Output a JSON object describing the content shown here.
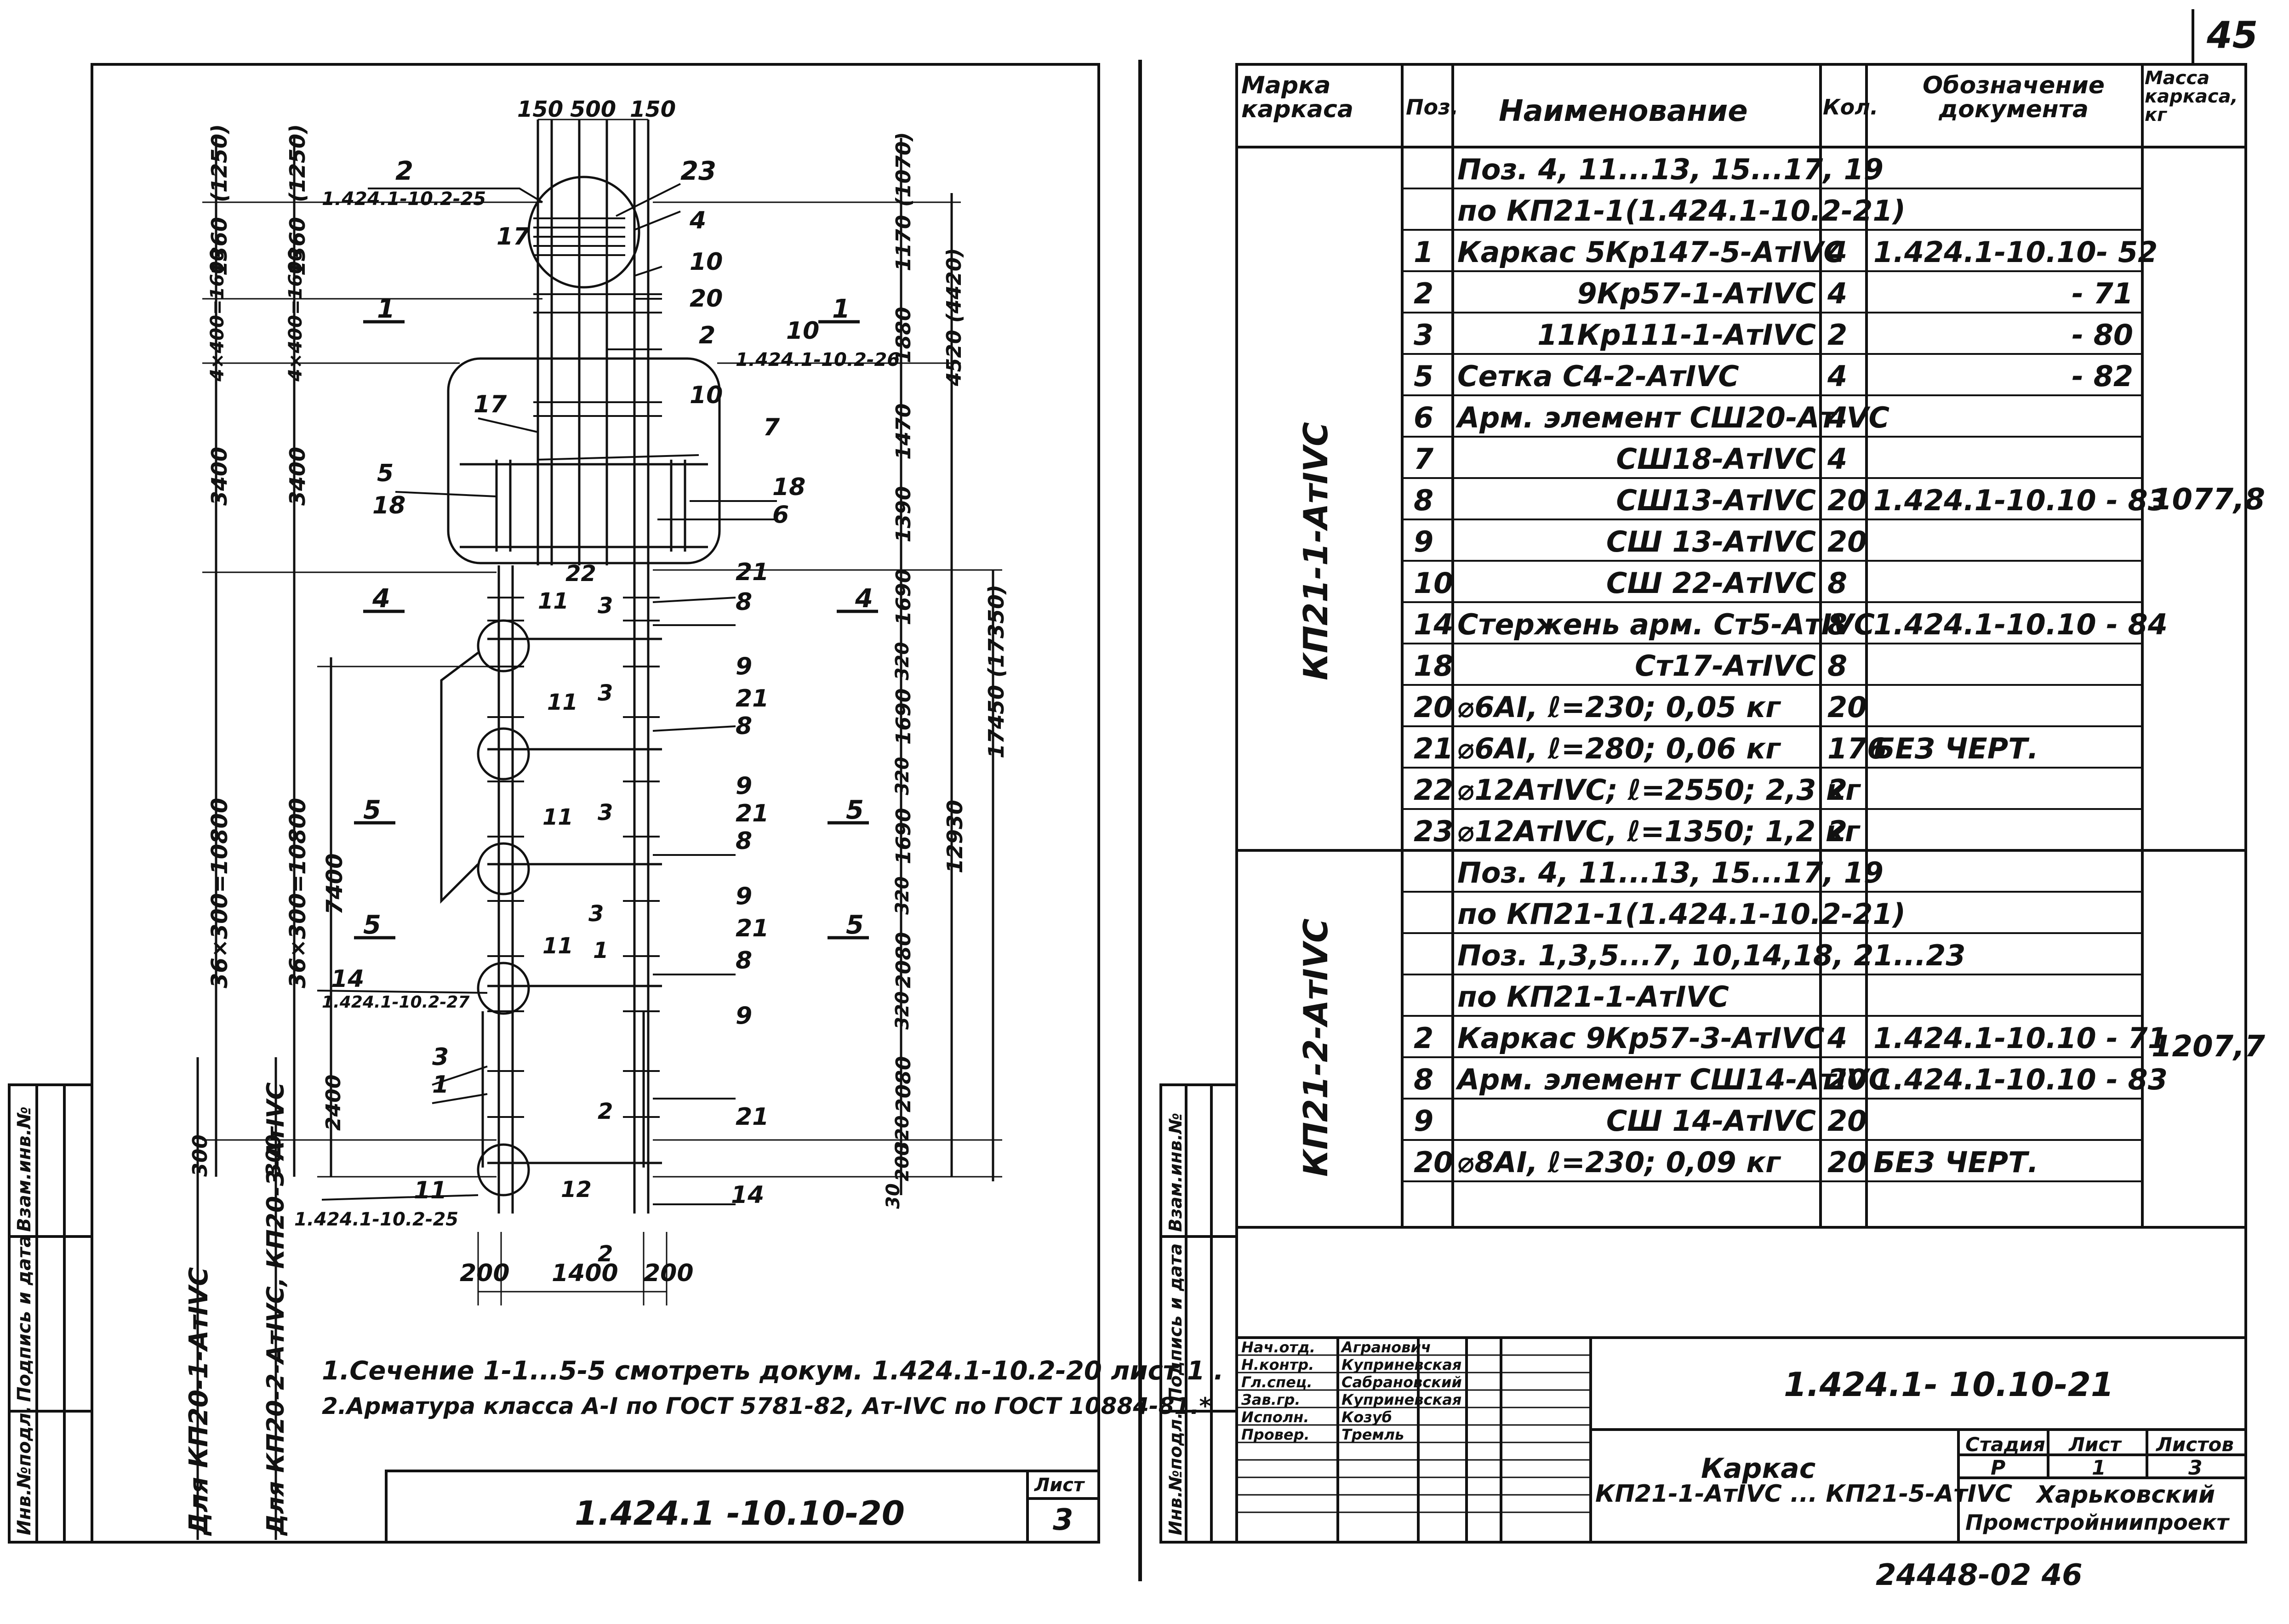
{
  "page_number": "45",
  "footer_code": "24448-02  46",
  "left_sheet": {
    "doc_code": "1.424.1 -10.10-20",
    "sheet_label": "Лист",
    "sheet_no": "3",
    "notes": [
      "1.Сечение 1-1...5-5 смотреть докум. 1.424.1-10.2-20 лист 1 .",
      "2.Арматура класса А-I по ГОСТ 5781-82, Ат-IVС по ГОСТ 10884-81.*"
    ],
    "side_labels": [
      "Для КП20-1-АтIVС",
      "Для КП20-2-АтIVС, КП20-3-АтIVС"
    ],
    "margin_stamp": [
      "Инв.№подл.",
      "Подпись и дата",
      "Взам.инв.№"
    ],
    "dims_top": [
      "150",
      "500",
      "150"
    ],
    "dims_bottom": [
      "200",
      "1400",
      "200"
    ],
    "dims_left_outer": [
      "(1250)",
      "1360",
      "4×400=1600",
      "3400",
      "36×300=10800",
      "300"
    ],
    "dims_left_inner": [
      "(1250)",
      "1360",
      "4×400=1600",
      "3400",
      "36×300=10800",
      "7400",
      "2400",
      "300"
    ],
    "dims_right": [
      "(1070)",
      "1170",
      "1880",
      "4520 (4420)",
      "1470",
      "1390",
      "1690",
      "320",
      "1690",
      "320",
      "1690",
      "320",
      "2080",
      "320",
      "2080",
      "320",
      "200",
      "30",
      "17450 (17350)",
      "12930"
    ],
    "callouts": [
      "2",
      "1.424.1-10.2-25",
      "23",
      "4",
      "17",
      "10",
      "20",
      "10",
      "1.424.1-10.2-26",
      "2",
      "17",
      "10",
      "7",
      "5",
      "18",
      "18",
      "6",
      "22",
      "21",
      "8",
      "11",
      "3",
      "9",
      "21",
      "8",
      "11",
      "3",
      "9",
      "21",
      "8",
      "11",
      "3",
      "9",
      "21",
      "8",
      "14",
      "1.424.1-10.2-27",
      "11",
      "3",
      "1",
      "9",
      "3",
      "1",
      "2",
      "21",
      "11",
      "12",
      "14",
      "1.424.1-10.2-25",
      "2"
    ],
    "section_marks": [
      "1",
      "1",
      "4",
      "4",
      "5",
      "5",
      "5",
      "5"
    ]
  },
  "spec_table": {
    "headers": [
      "Марка каркаса",
      "Поз.",
      "Наименование",
      "Кол.",
      "Обозначение документа",
      "Масса каркаса, кг"
    ],
    "groups": [
      {
        "mark": "КП21-1-АтIVС",
        "mass": "1077,8",
        "rows": [
          {
            "pos": "",
            "name": "Поз. 4, 11...13, 15...17, 19",
            "qty": "",
            "doc": ""
          },
          {
            "pos": "",
            "name": "по КП21-1(1.424.1-10.2-21)",
            "qty": "",
            "doc": ""
          },
          {
            "pos": "1",
            "name": "Каркас 5Кр147-5-АтIVС",
            "qty": "4",
            "doc": "1.424.1-10.10- 52"
          },
          {
            "pos": "2",
            "name": "9Кр57-1-АтIVС",
            "qty": "4",
            "doc": "- 71"
          },
          {
            "pos": "3",
            "name": "11Кр111-1-АтIVС",
            "qty": "2",
            "doc": "- 80"
          },
          {
            "pos": "5",
            "name": "Сетка С4-2-АтIVС",
            "qty": "4",
            "doc": "- 82"
          },
          {
            "pos": "6",
            "name": "Арм. элемент СШ20-АтIVС",
            "qty": "4",
            "doc": ""
          },
          {
            "pos": "7",
            "name": "СШ18-АтIVС",
            "qty": "4",
            "doc": ""
          },
          {
            "pos": "8",
            "name": "СШ13-АтIVС",
            "qty": "20",
            "doc": "1.424.1-10.10 - 83"
          },
          {
            "pos": "9",
            "name": "СШ 13-АтIVС",
            "qty": "20",
            "doc": ""
          },
          {
            "pos": "10",
            "name": "СШ 22-АтIVС",
            "qty": "8",
            "doc": ""
          },
          {
            "pos": "14",
            "name": "Стержень арм. Ст5-АтIVС",
            "qty": "8",
            "doc": "1.424.1-10.10 - 84"
          },
          {
            "pos": "18",
            "name": "Ст17-АтIVС",
            "qty": "8",
            "doc": ""
          },
          {
            "pos": "20",
            "name": "⌀6AI, ℓ=230;     0,05 кг",
            "qty": "20",
            "doc": ""
          },
          {
            "pos": "21",
            "name": "⌀6AI, ℓ=280;     0,06 кг",
            "qty": "176",
            "doc": "БЕЗ ЧЕРТ."
          },
          {
            "pos": "22",
            "name": "⌀12АтIVС; ℓ=2550;   2,3 кг",
            "qty": "2",
            "doc": ""
          },
          {
            "pos": "23",
            "name": "⌀12АтIVС, ℓ=1350;   1,2 кг",
            "qty": "2",
            "doc": ""
          }
        ]
      },
      {
        "mark": "КП21-2-АтIVС",
        "mass": "1207,7",
        "rows": [
          {
            "pos": "",
            "name": "Поз. 4, 11...13, 15...17, 19",
            "qty": "",
            "doc": ""
          },
          {
            "pos": "",
            "name": "по КП21-1(1.424.1-10.2-21)",
            "qty": "",
            "doc": ""
          },
          {
            "pos": "",
            "name": "Поз. 1,3,5...7, 10,14,18, 21...23",
            "qty": "",
            "doc": ""
          },
          {
            "pos": "",
            "name": "по КП21-1-АтIVС",
            "qty": "",
            "doc": ""
          },
          {
            "pos": "2",
            "name": "Каркас 9Кр57-3-АтIVС",
            "qty": "4",
            "doc": "1.424.1-10.10 - 71"
          },
          {
            "pos": "8",
            "name": "Арм. элемент СШ14-АтIVС",
            "qty": "20",
            "doc": "1.424.1-10.10 - 83"
          },
          {
            "pos": "9",
            "name": "СШ 14-АтIVС",
            "qty": "20",
            "doc": ""
          },
          {
            "pos": "20",
            "name": "⌀8AI, ℓ=230;     0,09 кг",
            "qty": "20",
            "doc": "БЕЗ ЧЕРТ."
          }
        ]
      }
    ]
  },
  "title_block": {
    "people": [
      {
        "role": "Нач.отд.",
        "name": "Агранович"
      },
      {
        "role": "Н.контр.",
        "name": "Куприневская"
      },
      {
        "role": "Гл.спец.",
        "name": "Сабрановский"
      },
      {
        "role": "Зав.гр.",
        "name": "Куприневская"
      },
      {
        "role": "Исполн.",
        "name": "Козуб"
      },
      {
        "role": "Провер.",
        "name": "Тремль"
      }
    ],
    "doc_code": "1.424.1- 10.10-21",
    "title_line1": "Каркас",
    "title_line2": "КП21-1-АтIVС ... КП21-5-АтIVС",
    "stage_label": "Стадия",
    "sheet_label": "Лист",
    "sheets_label": "Листов",
    "stage": "Р",
    "sheet": "1",
    "sheets": "3",
    "org_line1": "Харьковский",
    "org_line2": "Промстройниипроект"
  }
}
